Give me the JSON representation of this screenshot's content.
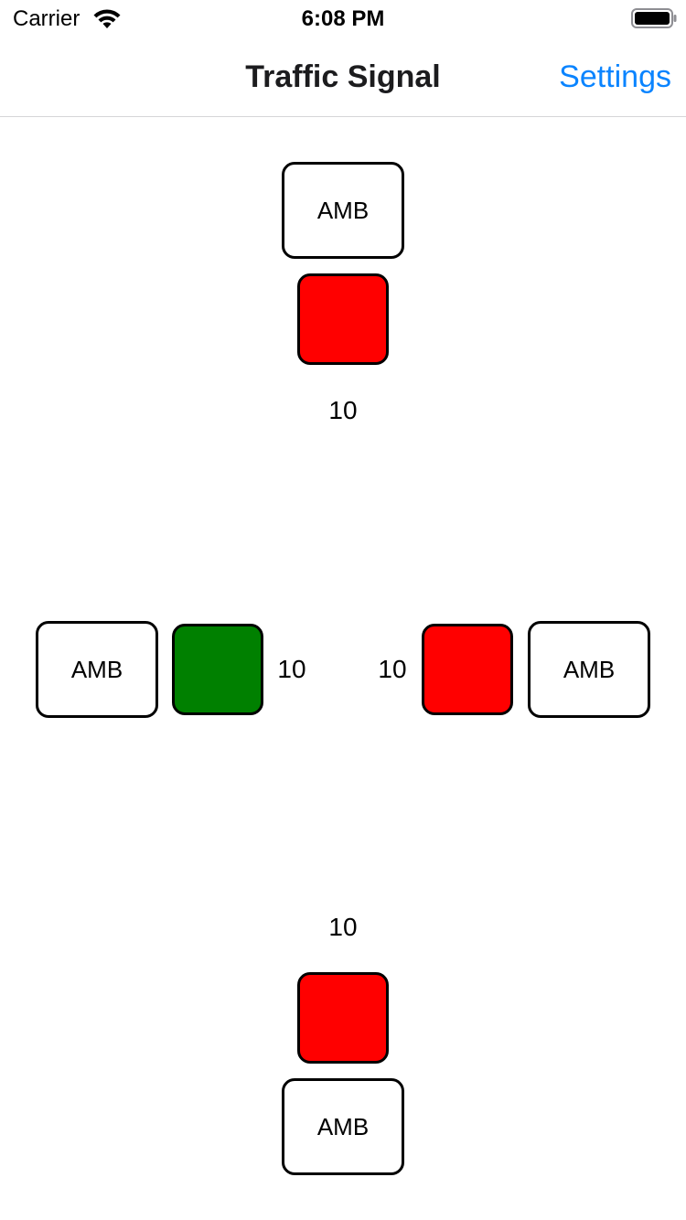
{
  "status_bar": {
    "carrier": "Carrier",
    "time": "6:08 PM",
    "wifi_icon": "wifi-icon",
    "battery_icon": "battery-icon"
  },
  "nav": {
    "title": "Traffic Signal",
    "settings_label": "Settings",
    "accent_color": "#0a84ff"
  },
  "signals": {
    "north": {
      "button_label": "AMB",
      "light_color": "#ff0000",
      "state": "red",
      "counter": "10"
    },
    "west": {
      "button_label": "AMB",
      "light_color": "#008000",
      "state": "green",
      "counter": "10"
    },
    "east": {
      "button_label": "AMB",
      "light_color": "#ff0000",
      "state": "red",
      "counter": "10"
    },
    "south": {
      "button_label": "AMB",
      "light_color": "#ff0000",
      "state": "red",
      "counter": "10"
    }
  }
}
